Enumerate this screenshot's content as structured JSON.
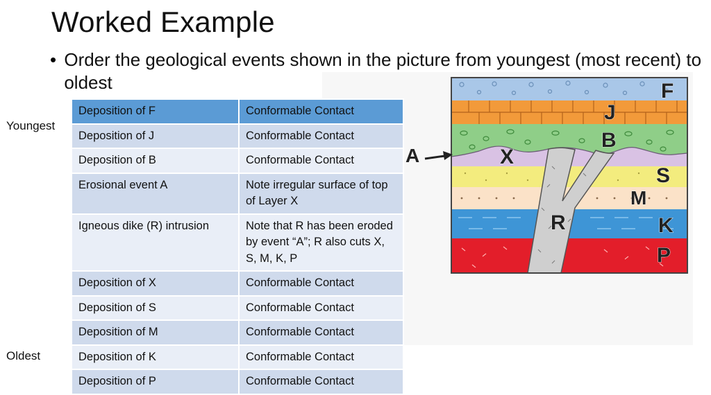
{
  "slide": {
    "title": "Worked Example",
    "bullet": "Order the geological events shown in the picture from youngest (most recent) to oldest"
  },
  "labels": {
    "youngest": "Youngest",
    "oldest": "Oldest"
  },
  "table": {
    "rows": [
      {
        "event": "Deposition of F",
        "note": "Conformable Contact"
      },
      {
        "event": "Deposition of J",
        "note": "Conformable Contact"
      },
      {
        "event": "Deposition of B",
        "note": "Conformable Contact"
      },
      {
        "event": "Erosional event A",
        "note": "Note irregular surface of top of Layer X"
      },
      {
        "event": "Igneous dike (R) intrusion",
        "note": "Note that R has been eroded by event “A”; R also cuts X, S, M, K, P"
      },
      {
        "event": "Deposition of X",
        "note": "Conformable Contact"
      },
      {
        "event": "Deposition of S",
        "note": "Conformable Contact"
      },
      {
        "event": "Deposition of M",
        "note": "Conformable Contact"
      },
      {
        "event": "Deposition of K",
        "note": "Conformable Contact"
      },
      {
        "event": "Deposition of P",
        "note": "Conformable Contact"
      }
    ]
  },
  "diagram": {
    "labels": {
      "F": "F",
      "J": "J",
      "B": "B",
      "X": "X",
      "S": "S",
      "M": "M",
      "R": "R",
      "K": "K",
      "P": "P",
      "A": "A"
    },
    "colors": {
      "F": "#a9c7e8",
      "J": "#f29a3a",
      "B": "#8fce88",
      "X": "#d9c2e4",
      "S": "#f3ec7e",
      "M": "#fbe2c8",
      "K": "#3e95d6",
      "P": "#e31e2a",
      "R": "#cfcfcf",
      "header": "#5b9bd5"
    }
  }
}
